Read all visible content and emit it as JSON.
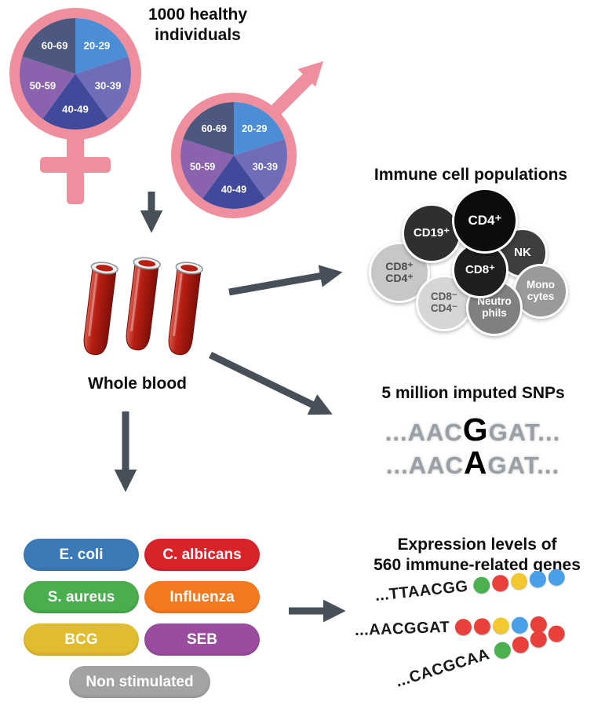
{
  "canvas": {
    "bg": "#ffffff",
    "arrow_color": "#474f58",
    "symbol_pink": "#ef8e9c"
  },
  "title": "1000 healthy individuals",
  "age_groups": [
    {
      "label": "20-29",
      "color": "#4b8ed5"
    },
    {
      "label": "30-39",
      "color": "#6f6cb8"
    },
    {
      "label": "40-49",
      "color": "#41499b"
    },
    {
      "label": "50-59",
      "color": "#8a62ae"
    },
    {
      "label": "60-69",
      "color": "#4c5880"
    }
  ],
  "whole_blood": {
    "label": "Whole blood",
    "tube_color": "#b71f13"
  },
  "immune": {
    "heading": "Immune cell populations",
    "cells": [
      {
        "line1": "CD19⁺",
        "line2": "",
        "bg": "#2f2f2f",
        "text": "#ffffff"
      },
      {
        "line1": "CD4⁺",
        "line2": "",
        "bg": "#0c0c0c",
        "text": "#ffffff"
      },
      {
        "line1": "NK",
        "line2": "",
        "bg": "#3e3e3e",
        "text": "#ffffff"
      },
      {
        "line1": "CD8⁺",
        "line2": "",
        "bg": "#1e1e1e",
        "text": "#ffffff"
      },
      {
        "line1": "CD8⁺",
        "line2": "CD4⁺",
        "bg": "#c7c7c7",
        "text": "#4a4a4a"
      },
      {
        "line1": "CD8⁻",
        "line2": "CD4⁻",
        "bg": "#d6d6d6",
        "text": "#5a5a5a"
      },
      {
        "line1": "Neutro",
        "line2": "phils",
        "bg": "#808080",
        "text": "#ffffff"
      },
      {
        "line1": "Mono",
        "line2": "cytes",
        "bg": "#9a9a9a",
        "text": "#ffffff"
      }
    ]
  },
  "snps": {
    "heading": "5 million imputed SNPs",
    "sequences": [
      {
        "prefix": "...AAC",
        "variant": "G",
        "suffix": "GAT..."
      },
      {
        "prefix": "...AAC",
        "variant": "A",
        "suffix": "GAT..."
      }
    ]
  },
  "stimuli": [
    {
      "label": "E. coli",
      "color": "#3c7ab7"
    },
    {
      "label": "C. albicans",
      "color": "#d8232b"
    },
    {
      "label": "S. aureus",
      "color": "#4aad4e"
    },
    {
      "label": "Influenza",
      "color": "#f47a21"
    },
    {
      "label": "BCG",
      "color": "#e0bc2e"
    },
    {
      "label": "SEB",
      "color": "#9a4d9e"
    },
    {
      "label": "Non stimulated",
      "color": "#a3a3a3"
    }
  ],
  "expression": {
    "heading_line1": "Expression levels of",
    "heading_line2": "560 immune-related genes",
    "dot_color_names": {
      "#4caf50": "green",
      "#e8403a": "red",
      "#f2c832": "yellow",
      "#4aa0e8": "blue"
    },
    "rows": [
      {
        "seq": "...TTAACGG",
        "dots": [
          "#4caf50",
          "#e8403a",
          "#f2c832",
          "#4aa0e8",
          "#4aa0e8"
        ]
      },
      {
        "seq": "...AACGGAT",
        "dots": [
          "#e8403a",
          "#e8403a",
          "#f2c832",
          "#4aa0e8",
          "#e8403a"
        ]
      },
      {
        "seq": "...CACGCAA",
        "dots": [
          "#4caf50",
          "#e8403a",
          "#e8403a",
          "#e8403a"
        ]
      }
    ]
  }
}
